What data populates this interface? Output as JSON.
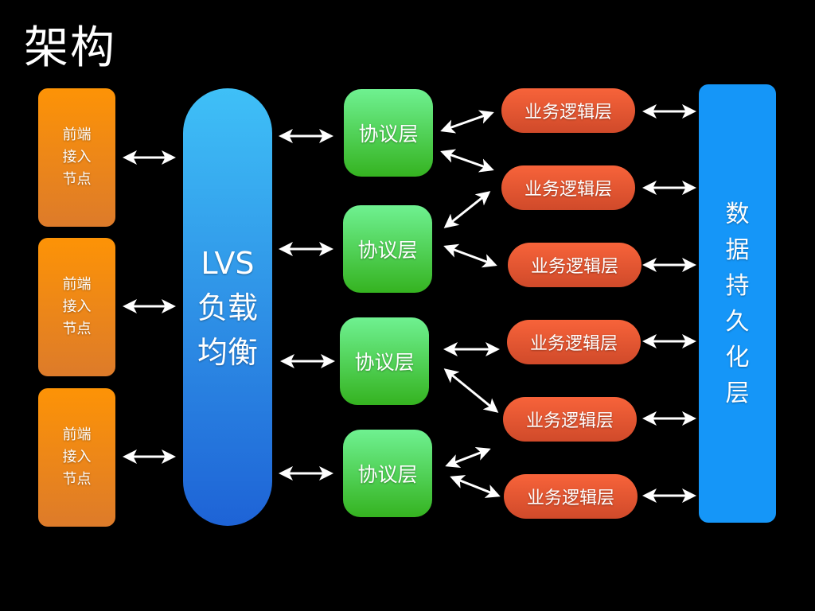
{
  "title": "架构",
  "frontend_nodes": [
    {
      "label": "前端\n接入\n节点",
      "lines": [
        "前端",
        "接入",
        "节点"
      ]
    },
    {
      "label": "前端\n接入\n节点",
      "lines": [
        "前端",
        "接入",
        "节点"
      ]
    },
    {
      "label": "前端\n接入\n节点",
      "lines": [
        "前端",
        "接入",
        "节点"
      ]
    }
  ],
  "load_balancer": {
    "lines": [
      "LVS",
      "负载",
      "均衡"
    ]
  },
  "protocol_layers": [
    {
      "label": "协议层"
    },
    {
      "label": "协议层"
    },
    {
      "label": "协议层"
    },
    {
      "label": "协议层"
    }
  ],
  "business_logic_layers": [
    {
      "label": "业务逻辑层"
    },
    {
      "label": "业务逻辑层"
    },
    {
      "label": "业务逻辑层"
    },
    {
      "label": "业务逻辑层"
    },
    {
      "label": "业务逻辑层"
    },
    {
      "label": "业务逻辑层"
    }
  ],
  "data_layer": {
    "chars": [
      "数",
      "据",
      "持",
      "久",
      "化",
      "层"
    ]
  },
  "connections": [
    {
      "from": "frontend-1",
      "to": "lvs",
      "type": "bidirectional"
    },
    {
      "from": "frontend-2",
      "to": "lvs",
      "type": "bidirectional"
    },
    {
      "from": "frontend-3",
      "to": "lvs",
      "type": "bidirectional"
    },
    {
      "from": "lvs",
      "to": "protocol-1",
      "type": "bidirectional"
    },
    {
      "from": "lvs",
      "to": "protocol-2",
      "type": "bidirectional"
    },
    {
      "from": "lvs",
      "to": "protocol-3",
      "type": "bidirectional"
    },
    {
      "from": "lvs",
      "to": "protocol-4",
      "type": "bidirectional"
    },
    {
      "from": "protocol-1",
      "to": "business-1",
      "type": "bidirectional"
    },
    {
      "from": "protocol-1",
      "to": "business-2",
      "type": "bidirectional"
    },
    {
      "from": "protocol-2",
      "to": "business-2",
      "type": "bidirectional"
    },
    {
      "from": "protocol-2",
      "to": "business-3",
      "type": "bidirectional"
    },
    {
      "from": "protocol-3",
      "to": "business-4",
      "type": "bidirectional"
    },
    {
      "from": "protocol-3",
      "to": "business-5",
      "type": "bidirectional"
    },
    {
      "from": "protocol-4",
      "to": "business-5",
      "type": "bidirectional"
    },
    {
      "from": "protocol-4",
      "to": "business-6",
      "type": "bidirectional"
    },
    {
      "from": "business-1",
      "to": "data",
      "type": "bidirectional"
    },
    {
      "from": "business-2",
      "to": "data",
      "type": "bidirectional"
    },
    {
      "from": "business-3",
      "to": "data",
      "type": "bidirectional"
    },
    {
      "from": "business-4",
      "to": "data",
      "type": "bidirectional"
    },
    {
      "from": "business-5",
      "to": "data",
      "type": "bidirectional"
    },
    {
      "from": "business-6",
      "to": "data",
      "type": "bidirectional"
    }
  ]
}
